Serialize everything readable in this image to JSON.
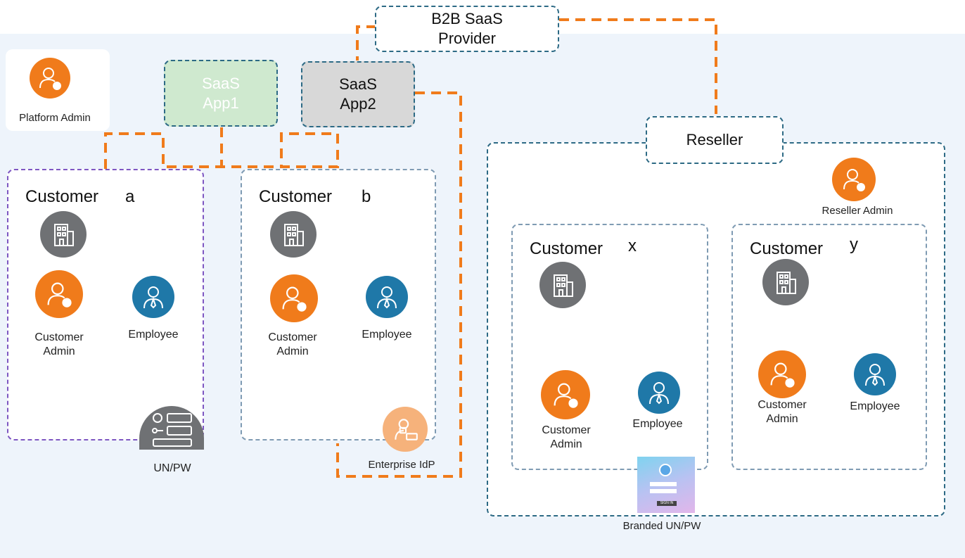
{
  "provider": {
    "label_line1": "B2B SaaS",
    "label_line2": "Provider"
  },
  "apps": [
    {
      "line1": "SaaS",
      "line2": "App1",
      "color": "#cfe9cf"
    },
    {
      "line1": "SaaS",
      "line2": "App2",
      "color": "#d8d8d8"
    }
  ],
  "platform_admin": {
    "label": "Platform Admin",
    "icon": "admin-gear-icon"
  },
  "reseller": {
    "label": "Reseller",
    "admin_label": "Reseller Admin"
  },
  "customers": {
    "a": {
      "title": "Customer",
      "letter": "a",
      "admin_line1": "Customer",
      "admin_line2": "Admin",
      "employee": "Employee",
      "auth_label": "UN/PW"
    },
    "b": {
      "title": "Customer",
      "letter": "b",
      "admin_line1": "Customer",
      "admin_line2": "Admin",
      "employee": "Employee",
      "auth_label": "Enterprise IdP"
    },
    "x": {
      "title": "Customer",
      "letter": "x",
      "admin_line1": "Customer",
      "admin_line2": "Admin",
      "employee": "Employee"
    },
    "y": {
      "title": "Customer",
      "letter": "y",
      "admin_line1": "Customer",
      "admin_line2": "Admin",
      "employee": "Employee"
    }
  },
  "branded_auth": {
    "label": "Branded UN/PW",
    "button_text": "SIGN IN"
  },
  "colors": {
    "connector": "#f07b1b",
    "admin": "#f07b1b",
    "employee": "#1f78a8",
    "building": "#6f7174"
  }
}
